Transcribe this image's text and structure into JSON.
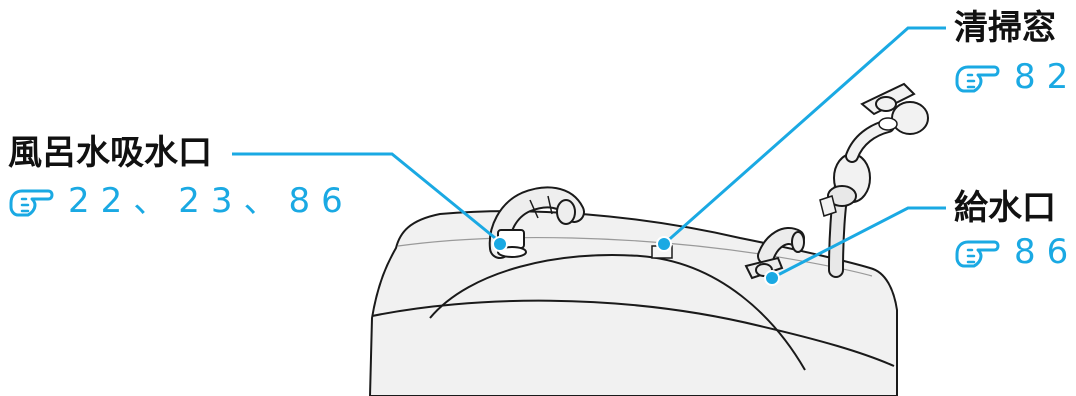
{
  "callouts": {
    "bath_intake": {
      "label": "風呂水吸水口",
      "pages": "22、23、86",
      "ref_icon": "pointing-hand-icon"
    },
    "cleaning_window": {
      "label": "清掃窓",
      "pages": "82",
      "ref_icon": "pointing-hand-icon"
    },
    "water_inlet": {
      "label": "給水口",
      "pages": "86",
      "ref_icon": "pointing-hand-icon"
    }
  },
  "colors": {
    "accent": "#1aa9e3",
    "label_text": "#111111",
    "outline": "#1a1a1a",
    "machine_fill": "#f1f1f1"
  }
}
